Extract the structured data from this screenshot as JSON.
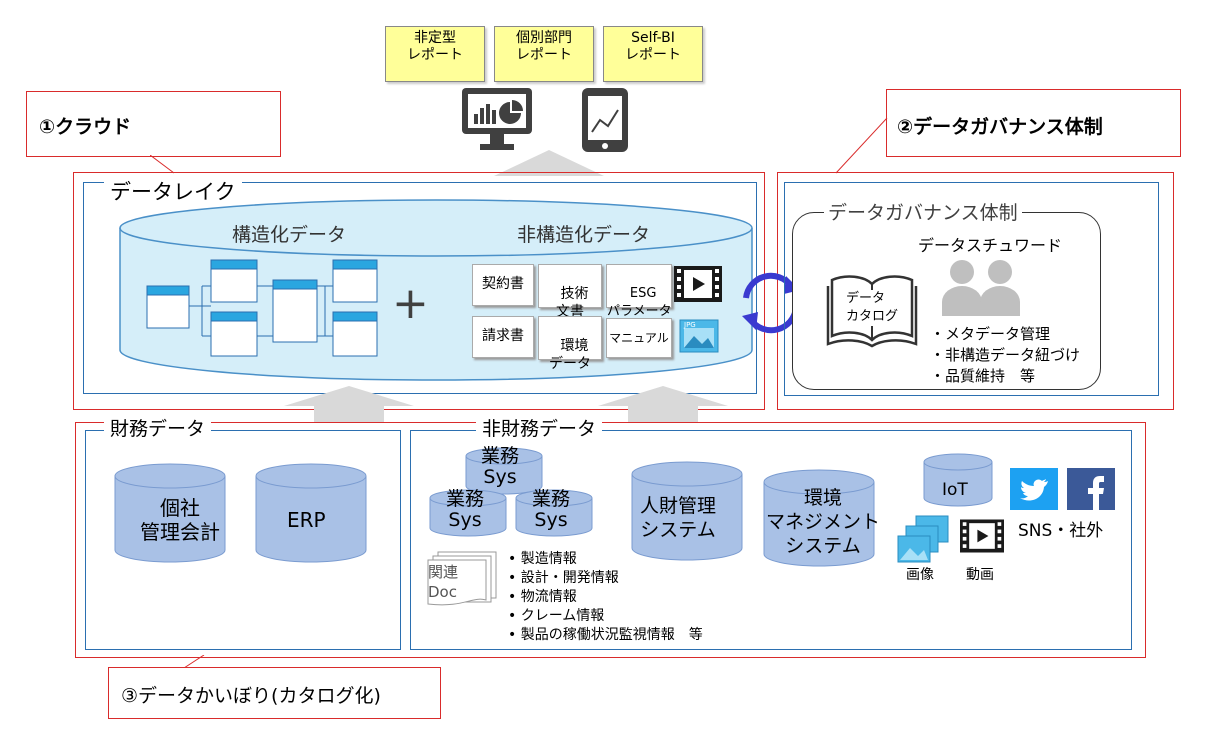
{
  "reports": [
    "非定型\nレポート",
    "個別部門\nレポート",
    "Self-BI\nレポート"
  ],
  "callouts": {
    "cloud": "①クラウド",
    "governance": "②データガバナンス体制",
    "catalog": "③データかいぼり(カタログ化)"
  },
  "data_lake": {
    "title": "データレイク",
    "structured": "構造化データ",
    "unstructured": "非構造化データ",
    "plus": "+",
    "docs": [
      "契約書",
      "技術\n文書",
      "ESG\nパラメータ",
      "請求書",
      "環境\nデータ",
      "マニュアル"
    ],
    "jpg": "JPG"
  },
  "governance": {
    "title": "データガバナンス体制",
    "steward": "データスチュワード",
    "catalog_book": "データ\nカタログ",
    "bullets": [
      "・メタデータ管理",
      "・非構造データ紐づけ",
      "・品質維持　等"
    ]
  },
  "finance": {
    "title": "財務データ",
    "db1": "個社\n管理会計",
    "db2": "ERP"
  },
  "nonfinance": {
    "title": "非財務データ",
    "sys_top": "業務\nSys",
    "sys_left": "業務\nSys",
    "sys_right": "業務\nSys",
    "hr": "人財管理\nシステム",
    "env": "環境\nマネジメント\nシステム",
    "iot": "IoT",
    "sns": "SNS・社外",
    "image": "画像",
    "video": "動画",
    "doc": "関連\nDoc",
    "bullets": [
      "• 製造情報",
      "• 設計・開発情報",
      "• 物流情報",
      "• クレーム情報",
      "• 製品の稼働状況監視情報　等"
    ]
  },
  "colors": {
    "red": "#d92b2b",
    "blue": "#2b6fb0",
    "db_fill": "#a9c1e6",
    "lake_fill": "#d5eef9",
    "table_header": "#2aa6e0",
    "note": "#ffff99",
    "twitter": "#1da1f2",
    "facebook": "#3b5998",
    "gray": "#7f7f7f"
  }
}
